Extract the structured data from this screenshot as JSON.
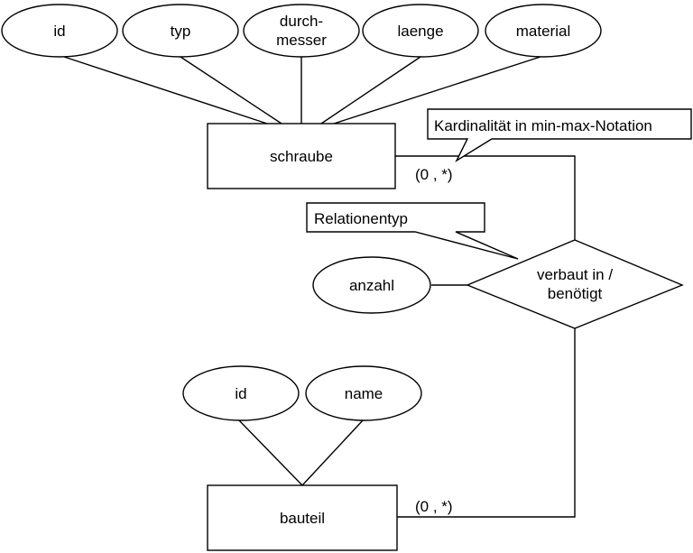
{
  "entities": {
    "schraube": "schraube",
    "bauteil": "bauteil"
  },
  "relationship": {
    "line1": "verbaut in /",
    "line2": "benötigt"
  },
  "attributes": {
    "schraube_id": "id",
    "schraube_typ": "typ",
    "schraube_durchmesser_line1": "durch-",
    "schraube_durchmesser_line2": "messer",
    "schraube_laenge": "laenge",
    "schraube_material": "material",
    "relation_anzahl": "anzahl",
    "bauteil_id": "id",
    "bauteil_name": "name"
  },
  "cardinalities": {
    "schraube_side": "(0  , *)",
    "bauteil_side": "(0  , *)"
  },
  "callouts": {
    "cardinality_note": "Kardinalität in min-max-Notation",
    "relationtype_note": "Relationentyp"
  }
}
